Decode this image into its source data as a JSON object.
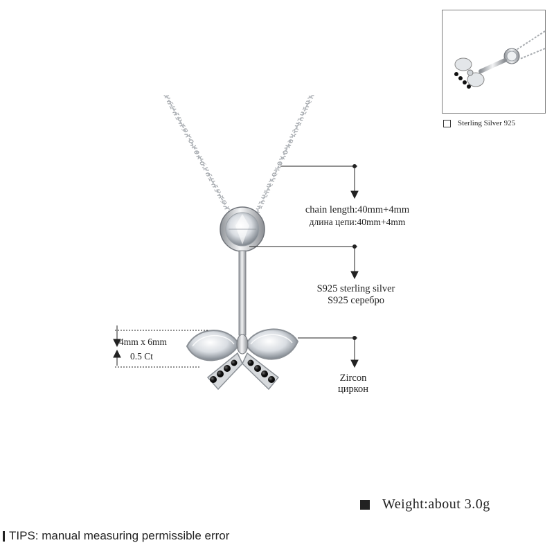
{
  "thumbnail": {
    "caption": "Sterling Silver 925"
  },
  "annotations": {
    "chain_length_en": "chain length:40mm+4mm",
    "chain_length_ru": "длина цепи:40mm+4mm",
    "material_en": "S925 sterling silver",
    "material_ru": "S925 серебро",
    "stone_en": "Zircon",
    "stone_ru": "циркон",
    "stone_size": "4mm x 6mm",
    "stone_carat": "0.5 Ct"
  },
  "weight": "Weight:about 3.0g",
  "tips": "TIPS: manual measuring permissible error",
  "colors": {
    "background": "#ffffff",
    "silver": "#c9ccd0",
    "black_stone": "#1a1a1a",
    "text": "#222222"
  }
}
